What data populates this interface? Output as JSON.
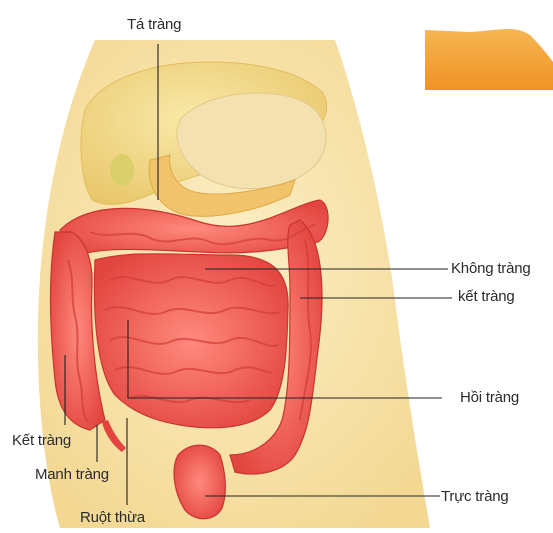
{
  "labels": {
    "duodenum": "Tá tràng",
    "jejunum": "Không tràng",
    "colon_right": "kết tràng",
    "ileum": "Hồi tràng",
    "colon_left": "Kết tràng",
    "cecum": "Manh tràng",
    "rectum": "Trực tràng",
    "appendix": "Ruột thừa"
  },
  "colors": {
    "skin": "#f7e3a6",
    "liver": "#f3da85",
    "intestine": "#ef5a55",
    "inset": "#f2a23a"
  }
}
